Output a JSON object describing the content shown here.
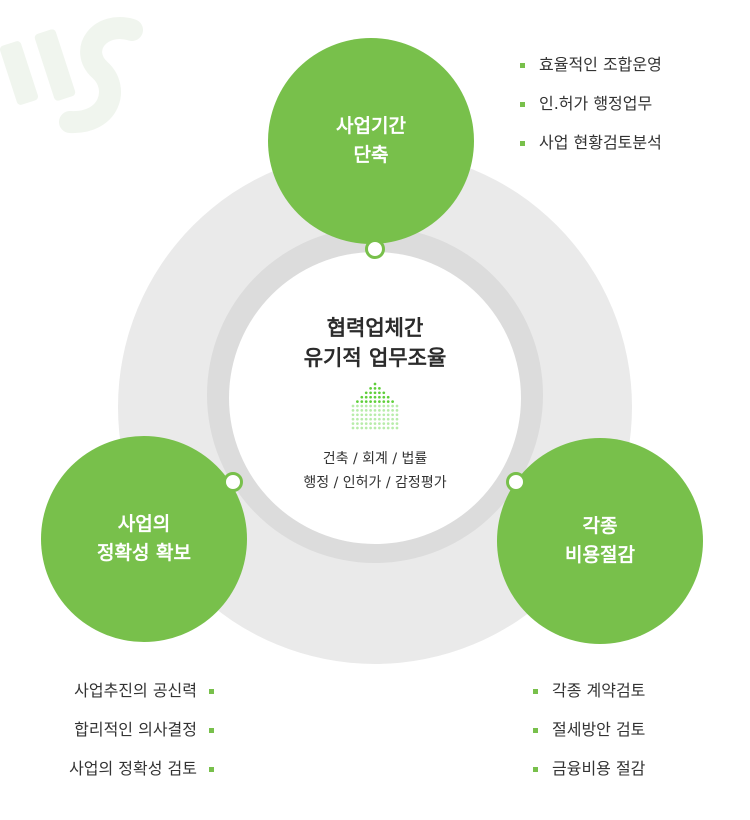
{
  "colors": {
    "accent": "#78c04b",
    "ring_outer": "#eaeaea",
    "ring_inner": "#dcdcdc",
    "text": "#333333"
  },
  "center": {
    "title": "협력업체간\n유기적 업무조율",
    "subtitle": "건축 / 회계 / 법률\n행정 / 인허가 / 감정평가"
  },
  "nodes": {
    "top": {
      "label": "사업기간\n단축",
      "items": [
        "효율적인 조합운영",
        "인.허가 행정업무",
        "사업 현황검토분석"
      ]
    },
    "left": {
      "label": "사업의\n정확성 확보",
      "items": [
        "사업추진의 공신력",
        "합리적인 의사결정",
        "사업의 정확성 검토"
      ]
    },
    "right": {
      "label": "각종\n비용절감",
      "items": [
        "각종 계약검토",
        "절세방안 검토",
        "금융비용 절감"
      ]
    }
  }
}
